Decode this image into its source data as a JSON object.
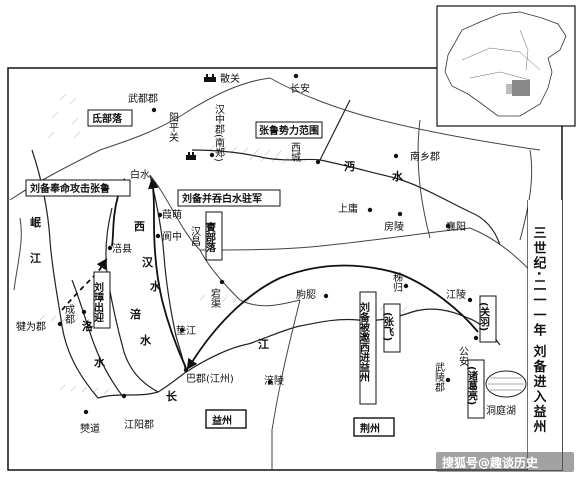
{
  "map": {
    "places": {
      "sanguan": "散关",
      "changan": "长安",
      "wudu": "武都郡",
      "yangping": "阳平关",
      "hanzhong": "汉中郡(南郑)",
      "nanxiang": "南乡郡",
      "xicheng": "西城",
      "shangyong": "上庸",
      "fangling": "房陵",
      "xiangyang": "襄阳",
      "baishui": "白水",
      "jiameng": "葭萌",
      "langzhong": "阆中",
      "hanchang": "汉昌",
      "fuxian": "涪县",
      "chengdu": "成都",
      "jianwei": "犍为郡",
      "dangqu": "宕渠",
      "dianjiang": "垫江",
      "baqu": "巴郡(江州)",
      "qushen": "朐䏰",
      "zigui": "秭归",
      "jiangling": "江陵",
      "gongan": "公安",
      "wuling": "武陵郡",
      "fuling": "涪陵",
      "jiangyang": "江阳郡",
      "bodao": "僰道",
      "dongting": "洞庭湖"
    },
    "rivers": {
      "mian1": "沔",
      "mian2": "水",
      "xi": "西",
      "han": "汉",
      "shui": "水",
      "min1": "岷",
      "min2": "江",
      "luo1": "洛",
      "luo2": "水",
      "jialing": "涪",
      "jialing2": "水",
      "jiang": "江",
      "chang": "长"
    },
    "boxes": {
      "di": "氐部落",
      "zhanglu": "张鲁势力范围",
      "attack": "刘备奉命攻击张鲁",
      "baishui_army": "刘备并吞白水驻军",
      "cong": "賨部落",
      "liuzhang": "刘璋出迎",
      "invited": "刘备被邀西进益州",
      "zhangfei": "(张飞)",
      "guanyu": "(关羽)",
      "zhuge": "(诸葛亮)"
    },
    "regions": {
      "yizhou": "益州",
      "jingzhou": "荆州"
    }
  },
  "sidebar": {
    "title": "三世纪·二一一年 刘备进入益州"
  },
  "watermark": {
    "text": "搜狐号@趣谈历史"
  }
}
